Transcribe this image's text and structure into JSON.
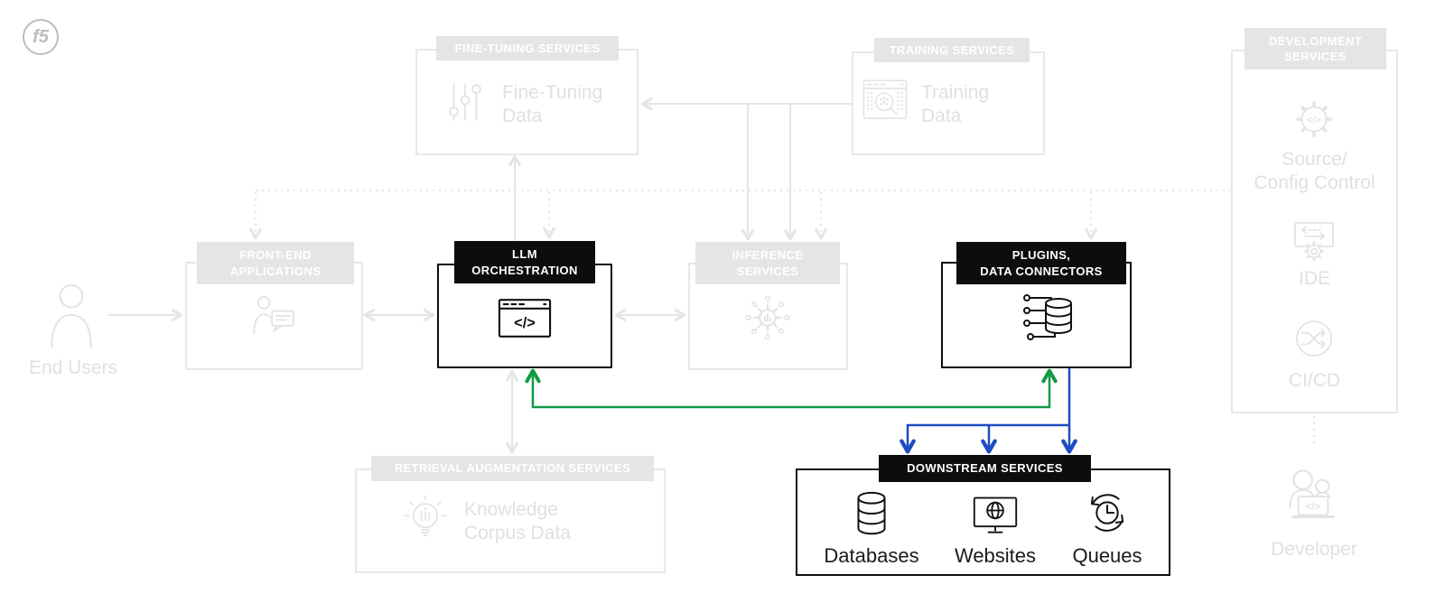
{
  "colors": {
    "accent_green": "#129a44",
    "accent_blue": "#1d4cc2",
    "active_black": "#0d0d0d",
    "faded_grey": "#e5e5e5"
  },
  "logo": {
    "text": "f5"
  },
  "end_users": {
    "label": "End Users"
  },
  "front_end": {
    "header_lines": [
      "FRONT-END",
      "APPLICATIONS"
    ]
  },
  "fine_tuning": {
    "header_lines": [
      "FINE-TUNING SERVICES"
    ],
    "label_lines": [
      "Fine-Tuning",
      "Data"
    ]
  },
  "training": {
    "header_lines": [
      "TRAINING SERVICES"
    ],
    "label_lines": [
      "Training",
      "Data"
    ]
  },
  "llm_orchestration": {
    "header_lines": [
      "LLM",
      "ORCHESTRATION"
    ]
  },
  "inference": {
    "header_lines": [
      "INFERENCE",
      "SERVICES"
    ]
  },
  "plugins": {
    "header_lines": [
      "PLUGINS,",
      "DATA CONNECTORS"
    ]
  },
  "development": {
    "header_lines": [
      "DEVELOPMENT",
      "SERVICES"
    ],
    "source_label_lines": [
      "Source/",
      "Config Control"
    ],
    "ide_label": "IDE",
    "cicd_label": "CI/CD",
    "developer_label": "Developer"
  },
  "retrieval": {
    "header_lines": [
      "RETRIEVAL AUGMENTATION SERVICES"
    ],
    "label_lines": [
      "Knowledge",
      "Corpus Data"
    ]
  },
  "downstream": {
    "header_lines": [
      "DOWNSTREAM SERVICES"
    ],
    "items": [
      {
        "label": "Databases",
        "icon": "database-icon"
      },
      {
        "label": "Websites",
        "icon": "website-icon"
      },
      {
        "label": "Queues",
        "icon": "queues-icon"
      }
    ]
  }
}
